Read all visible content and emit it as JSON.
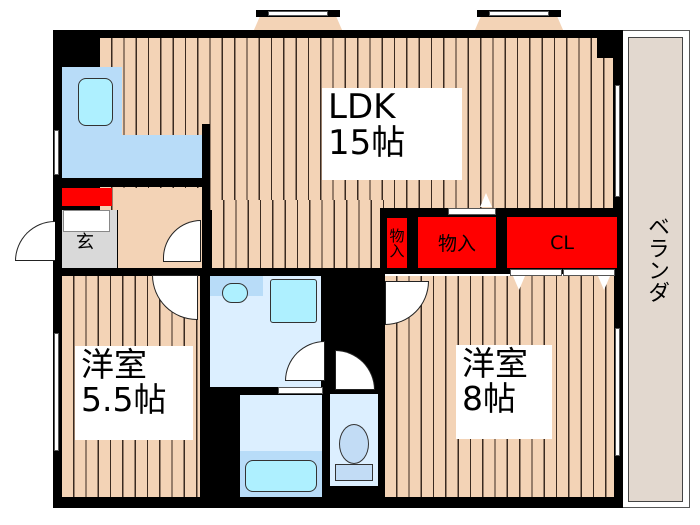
{
  "floor_plan": {
    "rooms": {
      "ldk": {
        "name": "LDK",
        "size": "15帖"
      },
      "western_small": {
        "name": "洋室",
        "size": "5.5帖"
      },
      "western_large": {
        "name": "洋室",
        "size": "8帖"
      },
      "entrance": {
        "name": "玄"
      },
      "veranda": {
        "name": "ベランダ"
      }
    },
    "storage": {
      "small_storage": "物入",
      "storage": "物入",
      "closet": "CL"
    },
    "colors": {
      "wall": "#000000",
      "floor": "#f3d3b6",
      "wet_area": "#dcefff",
      "kitchen": "#b8dcf8",
      "storage": "#ff0000",
      "veranda": "#e2d8cf",
      "entrance": "#d9d9d9"
    }
  }
}
